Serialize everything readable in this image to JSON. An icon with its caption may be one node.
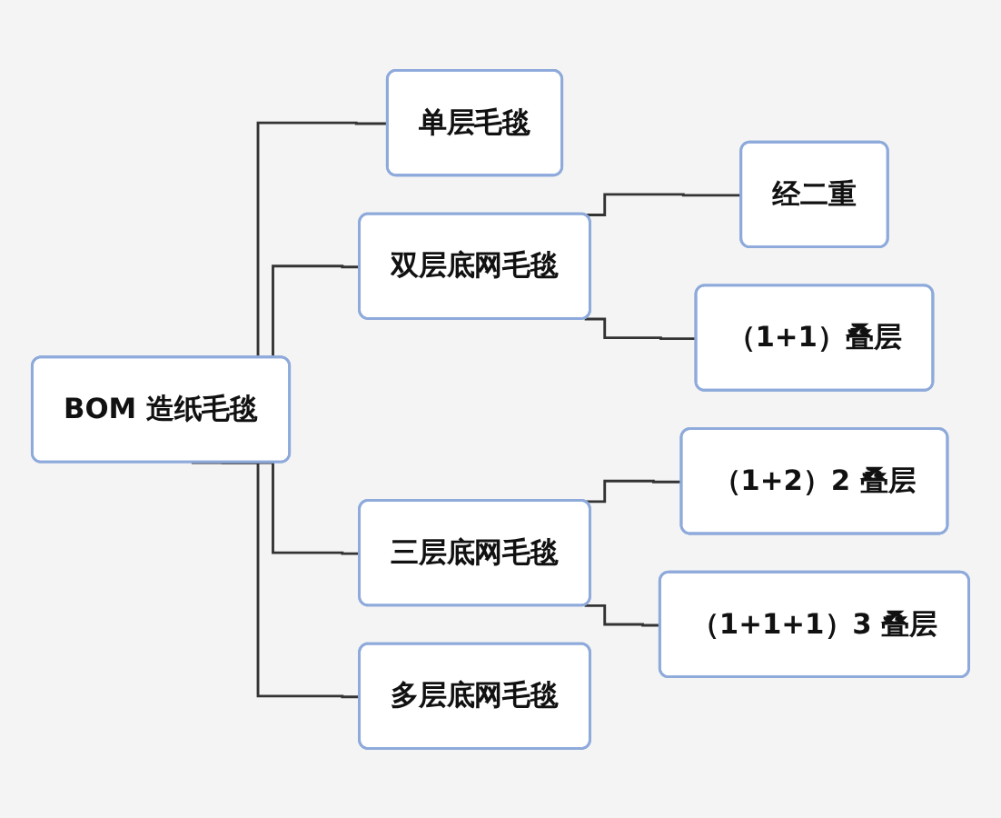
{
  "diagram": {
    "nodes": [
      {
        "text": [
          "BOM 造纸毛毯"
        ]
      },
      {
        "text": [
          "单层毛毯"
        ]
      },
      {
        "text": [
          "双层底网毛毯"
        ]
      },
      {
        "text": [
          "三层底网毛毯"
        ]
      },
      {
        "text": [
          "多层底网毛毯"
        ]
      },
      {
        "text": [
          "经二重"
        ]
      },
      {
        "text": [
          "（1+1）叠层"
        ]
      },
      {
        "text": [
          "（1+2）2 叠层"
        ]
      },
      {
        "text": [
          "（1+1+1）3 叠层"
        ]
      }
    ],
    "edges": [
      {
        "from": 0,
        "to": 1,
        "arrow": "none"
      },
      {
        "from": 0,
        "to": 2,
        "arrow": "none"
      },
      {
        "from": 0,
        "to": 3,
        "arrow": "none"
      },
      {
        "from": 0,
        "to": 4,
        "arrow": "none"
      },
      {
        "from": 2,
        "to": 5,
        "arrow": "none"
      },
      {
        "from": 2,
        "to": 6,
        "arrow": "none"
      },
      {
        "from": 3,
        "to": 7,
        "arrow": "none"
      },
      {
        "from": 3,
        "to": 8,
        "arrow": "none"
      }
    ]
  }
}
